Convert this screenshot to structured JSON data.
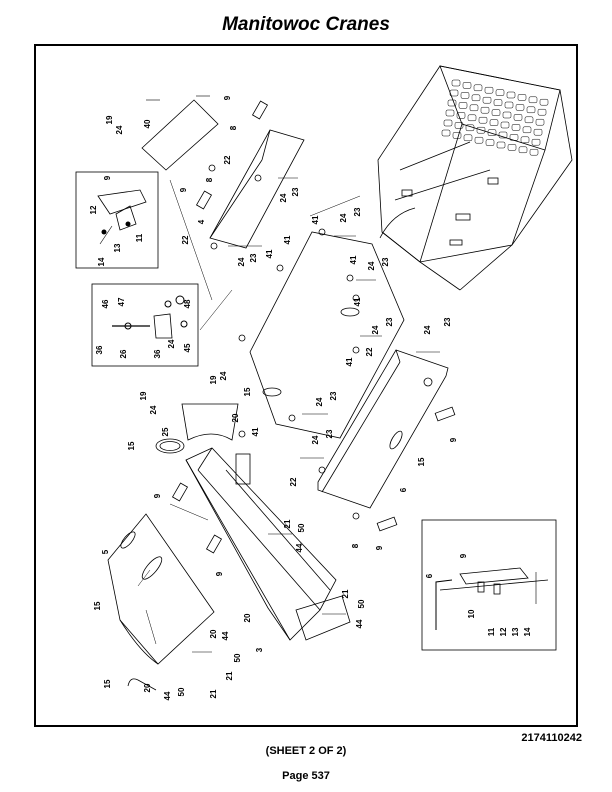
{
  "header": {
    "title": "Manitowoc Cranes"
  },
  "footer": {
    "part_number": "2174110242",
    "sheet": "(SHEET 2 OF 2)",
    "page": "Page 537"
  },
  "callouts": [
    {
      "id": "c1",
      "label": "19"
    },
    {
      "id": "c2",
      "label": "24"
    },
    {
      "id": "c3",
      "label": "40"
    },
    {
      "id": "c4",
      "label": "9"
    },
    {
      "id": "c5",
      "label": "8"
    },
    {
      "id": "c6",
      "label": "22"
    },
    {
      "id": "c7",
      "label": "8"
    },
    {
      "id": "c8",
      "label": "9"
    },
    {
      "id": "c9",
      "label": "24"
    },
    {
      "id": "c10",
      "label": "23"
    },
    {
      "id": "c11",
      "label": "4"
    },
    {
      "id": "c12",
      "label": "22"
    },
    {
      "id": "c13",
      "label": "24"
    },
    {
      "id": "c14",
      "label": "23"
    },
    {
      "id": "c15",
      "label": "41"
    },
    {
      "id": "c16",
      "label": "41"
    },
    {
      "id": "c17",
      "label": "24"
    },
    {
      "id": "c18",
      "label": "23"
    },
    {
      "id": "c19",
      "label": "41"
    },
    {
      "id": "c20",
      "label": "24"
    },
    {
      "id": "c21",
      "label": "23"
    },
    {
      "id": "c22",
      "label": "41"
    },
    {
      "id": "c23",
      "label": "24"
    },
    {
      "id": "c24",
      "label": "23"
    },
    {
      "id": "c25",
      "label": "41"
    },
    {
      "id": "c26",
      "label": "22"
    },
    {
      "id": "c27",
      "label": "24"
    },
    {
      "id": "c28",
      "label": "23"
    },
    {
      "id": "c29",
      "label": "41"
    },
    {
      "id": "c30",
      "label": "15"
    },
    {
      "id": "c31",
      "label": "24"
    },
    {
      "id": "c32",
      "label": "23"
    },
    {
      "id": "c33",
      "label": "41"
    },
    {
      "id": "c34",
      "label": "24"
    },
    {
      "id": "c35",
      "label": "23"
    },
    {
      "id": "c36",
      "label": "22"
    },
    {
      "id": "c37",
      "label": "15"
    },
    {
      "id": "c38",
      "label": "6"
    },
    {
      "id": "c39",
      "label": "9"
    },
    {
      "id": "c40",
      "label": "8"
    },
    {
      "id": "c41",
      "label": "9"
    },
    {
      "id": "c42",
      "label": "19"
    },
    {
      "id": "c43",
      "label": "24"
    },
    {
      "id": "c44",
      "label": "19"
    },
    {
      "id": "c45",
      "label": "24"
    },
    {
      "id": "c46",
      "label": "20"
    },
    {
      "id": "c47",
      "label": "25"
    },
    {
      "id": "c48",
      "label": "15"
    },
    {
      "id": "c49",
      "label": "9"
    },
    {
      "id": "c50",
      "label": "21"
    },
    {
      "id": "c51",
      "label": "50"
    },
    {
      "id": "c52",
      "label": "44"
    },
    {
      "id": "c53",
      "label": "9"
    },
    {
      "id": "c54",
      "label": "5"
    },
    {
      "id": "c55",
      "label": "15"
    },
    {
      "id": "c56",
      "label": "20"
    },
    {
      "id": "c57",
      "label": "21"
    },
    {
      "id": "c58",
      "label": "50"
    },
    {
      "id": "c59",
      "label": "44"
    },
    {
      "id": "c60",
      "label": "3"
    },
    {
      "id": "c61",
      "label": "20"
    },
    {
      "id": "c62",
      "label": "44"
    },
    {
      "id": "c63",
      "label": "50"
    },
    {
      "id": "c64",
      "label": "21"
    },
    {
      "id": "c65",
      "label": "15"
    },
    {
      "id": "c66",
      "label": "20"
    },
    {
      "id": "c67",
      "label": "44"
    },
    {
      "id": "c68",
      "label": "50"
    },
    {
      "id": "c69",
      "label": "21"
    }
  ],
  "detail_a": {
    "labels": [
      {
        "id": "a1",
        "label": "9"
      },
      {
        "id": "a2",
        "label": "12"
      },
      {
        "id": "a3",
        "label": "13"
      },
      {
        "id": "a4",
        "label": "11"
      },
      {
        "id": "a5",
        "label": "14"
      }
    ]
  },
  "detail_b": {
    "labels": [
      {
        "id": "b1",
        "label": "46"
      },
      {
        "id": "b2",
        "label": "47"
      },
      {
        "id": "b3",
        "label": "48"
      },
      {
        "id": "b4",
        "label": "36"
      },
      {
        "id": "b5",
        "label": "26"
      },
      {
        "id": "b6",
        "label": "36"
      },
      {
        "id": "b7",
        "label": "24"
      },
      {
        "id": "b8",
        "label": "45"
      }
    ]
  },
  "detail_c": {
    "labels": [
      {
        "id": "d1",
        "label": "6"
      },
      {
        "id": "d2",
        "label": "9"
      },
      {
        "id": "d3",
        "label": "10"
      },
      {
        "id": "d4",
        "label": "11"
      },
      {
        "id": "d5",
        "label": "12"
      },
      {
        "id": "d6",
        "label": "13"
      },
      {
        "id": "d7",
        "label": "14"
      }
    ]
  }
}
